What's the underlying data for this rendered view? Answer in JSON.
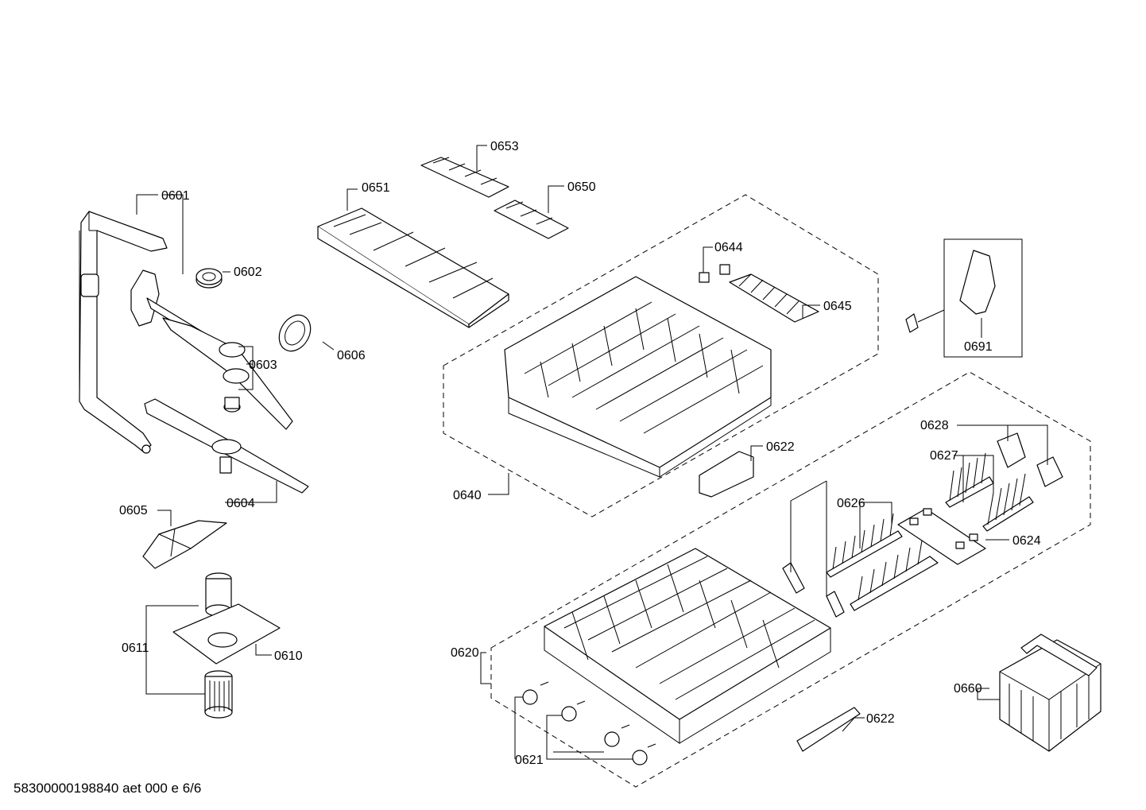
{
  "labels": {
    "p0601": "0601",
    "p0602": "0602",
    "p0603": "0603",
    "p0604": "0604",
    "p0605": "0605",
    "p0606": "0606",
    "p0610": "0610",
    "p0611": "0611",
    "p0620": "0620",
    "p0621": "0621",
    "p0622a": "0622",
    "p0622b": "0622",
    "p0624": "0624",
    "p0626": "0626",
    "p0627": "0627",
    "p0628": "0628",
    "p0640": "0640",
    "p0644": "0644",
    "p0645": "0645",
    "p0650": "0650",
    "p0651": "0651",
    "p0653": "0653",
    "p0660": "0660",
    "p0691": "0691"
  },
  "footer": "58300000198840 aet 000 e 6/6"
}
